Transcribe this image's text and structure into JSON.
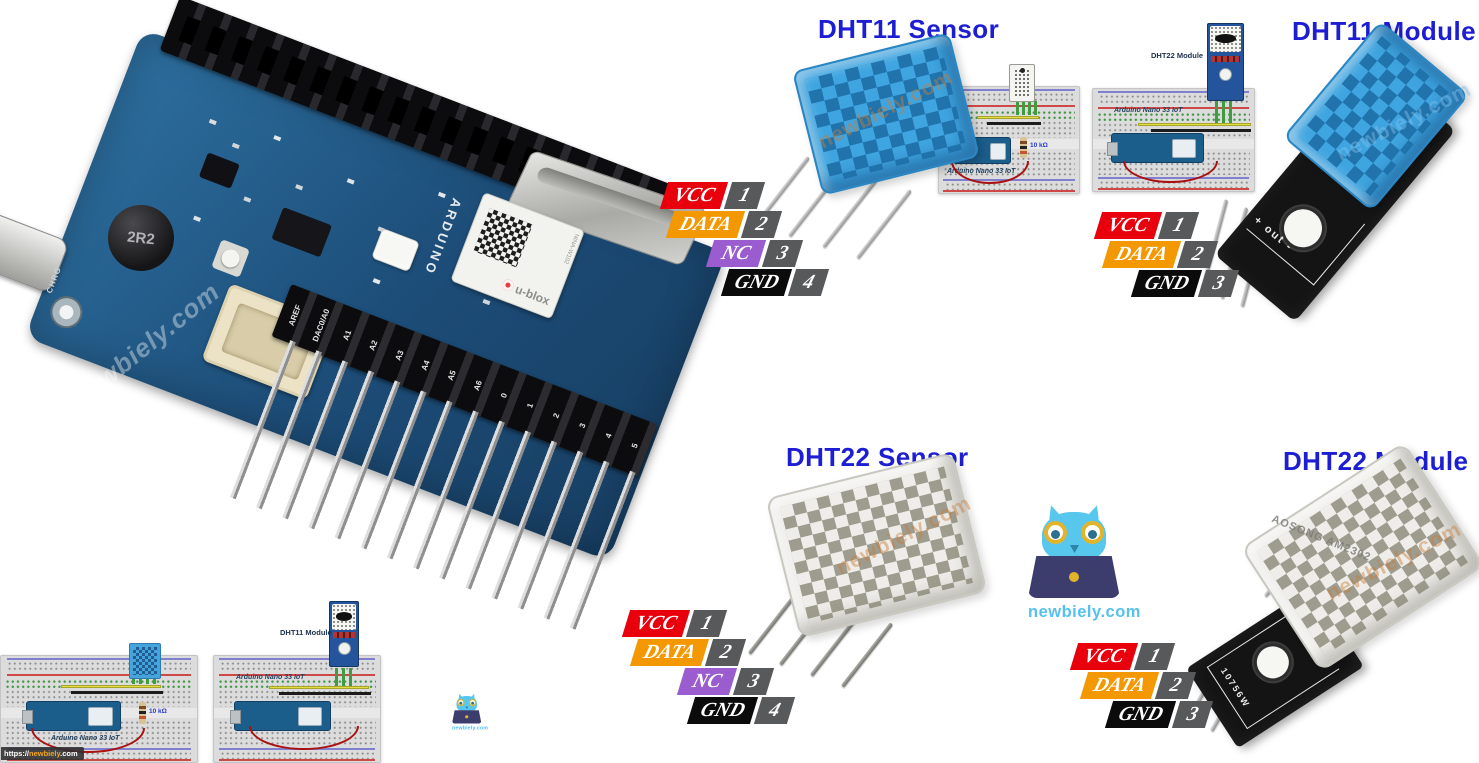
{
  "colors": {
    "title_blue": "#1d1dd4",
    "vcc_red": "#e8000d",
    "data_orange": "#f39800",
    "nc_purple": "#9a5cce",
    "gnd_black": "#0b0b0b",
    "pin_number_gray": "#58595b",
    "logo_blue": "#56c0ef",
    "pcb_blue": "#1f5c8a"
  },
  "groups": {
    "dht11_sensor": {
      "title": "DHT11 Sensor",
      "pins": [
        {
          "name": "VCC",
          "number": "1"
        },
        {
          "name": "DATA",
          "number": "2"
        },
        {
          "name": "NC",
          "number": "3"
        },
        {
          "name": "GND",
          "number": "4"
        }
      ]
    },
    "dht11_module": {
      "title": "DHT11 Module",
      "pins": [
        {
          "name": "VCC",
          "number": "1"
        },
        {
          "name": "DATA",
          "number": "2"
        },
        {
          "name": "GND",
          "number": "3"
        }
      ]
    },
    "dht22_sensor": {
      "title": "DHT22 Sensor",
      "pins": [
        {
          "name": "VCC",
          "number": "1"
        },
        {
          "name": "DATA",
          "number": "2"
        },
        {
          "name": "NC",
          "number": "3"
        },
        {
          "name": "GND",
          "number": "4"
        }
      ]
    },
    "dht22_module": {
      "title": "DHT22 Module",
      "pins": [
        {
          "name": "VCC",
          "number": "1"
        },
        {
          "name": "DATA",
          "number": "2"
        },
        {
          "name": "GND",
          "number": "3"
        }
      ]
    }
  },
  "board": {
    "brand": "ARDUINO",
    "module_logo": "u-blox",
    "module_chip": "NINA-W102",
    "inductor": "2R2",
    "charge_led": "CHRG",
    "pin_labels": [
      "AREF",
      "DAC0/A0",
      "A1",
      "A2",
      "A3",
      "A4",
      "A5",
      "A6",
      "0",
      "1",
      "2",
      "3",
      "4",
      "5"
    ]
  },
  "breadboards": {
    "top_mid": {
      "nano_label": "Arduino Nano 33 IoT",
      "resistor_label": "10 kΩ"
    },
    "top_right": {
      "module_label": "DHT22 Module",
      "nano_label": "Arduino Nano 33 IoT"
    },
    "bottom_left": {
      "nano_label": "Arduino Nano 33 IoT",
      "resistor_label": "10 kΩ",
      "url_prefix": "https://",
      "url_brand": "newbiely",
      "url_suffix": ".com"
    },
    "bottom_mid": {
      "module_label": "DHT11 Module",
      "nano_label": "Arduino Nano 33 IoT"
    }
  },
  "logo": {
    "text": "newbiely.com"
  },
  "watermark": {
    "text": "newbiely.com"
  },
  "module_marks": {
    "dht11_module_pcb": "+ out -",
    "dht22_module_pcb": "10756W",
    "dht22_module_sensor": "AOSONG AM2302"
  }
}
